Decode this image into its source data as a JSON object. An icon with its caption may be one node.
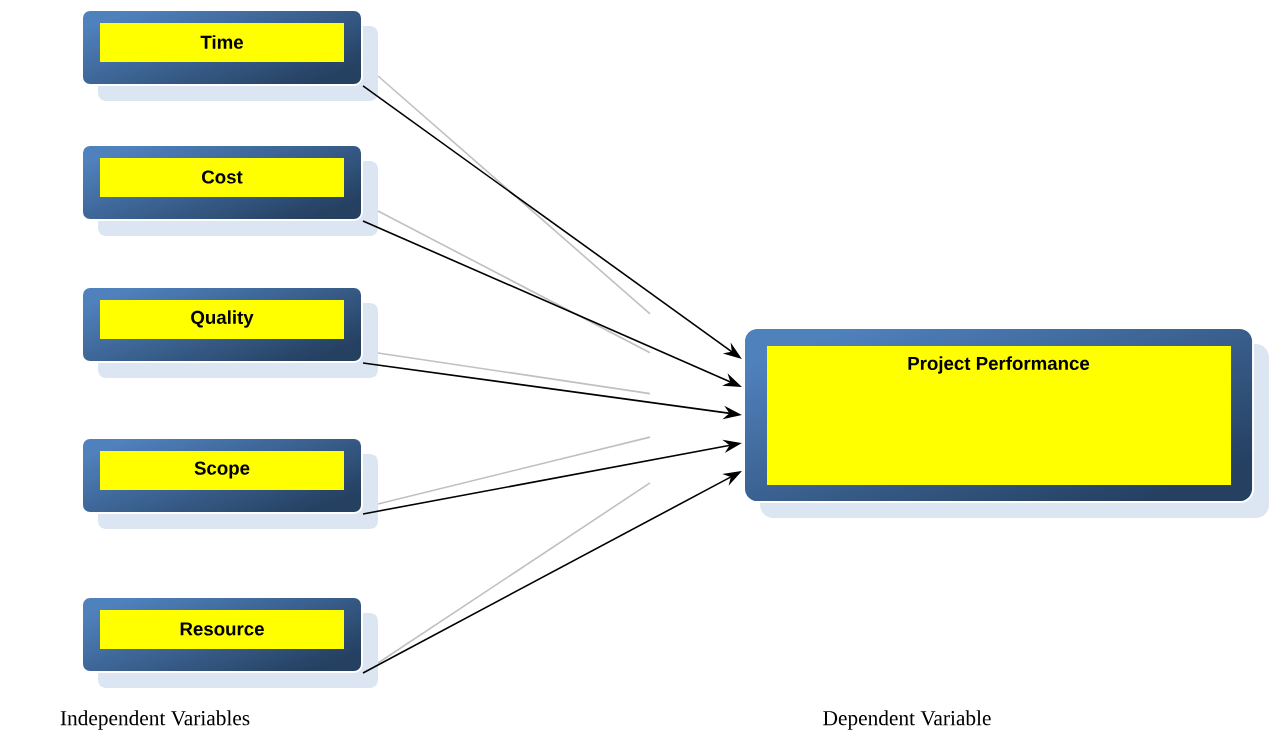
{
  "diagram": {
    "nodes": [
      {
        "text": [
          "Time"
        ]
      },
      {
        "text": [
          "Cost"
        ]
      },
      {
        "text": [
          "Quality"
        ]
      },
      {
        "text": [
          "Scope"
        ]
      },
      {
        "text": [
          "Resource"
        ]
      },
      {
        "text": [
          "Project Performance"
        ]
      }
    ],
    "edges": [
      {
        "from": 0,
        "to": 5,
        "arrow": "to"
      },
      {
        "from": 1,
        "to": 5,
        "arrow": "to"
      },
      {
        "from": 2,
        "to": 5,
        "arrow": "to"
      },
      {
        "from": 3,
        "to": 5,
        "arrow": "to"
      },
      {
        "from": 4,
        "to": 5,
        "arrow": "to"
      }
    ],
    "labels": [
      "Independent Variables",
      "Dependent Variable"
    ]
  }
}
